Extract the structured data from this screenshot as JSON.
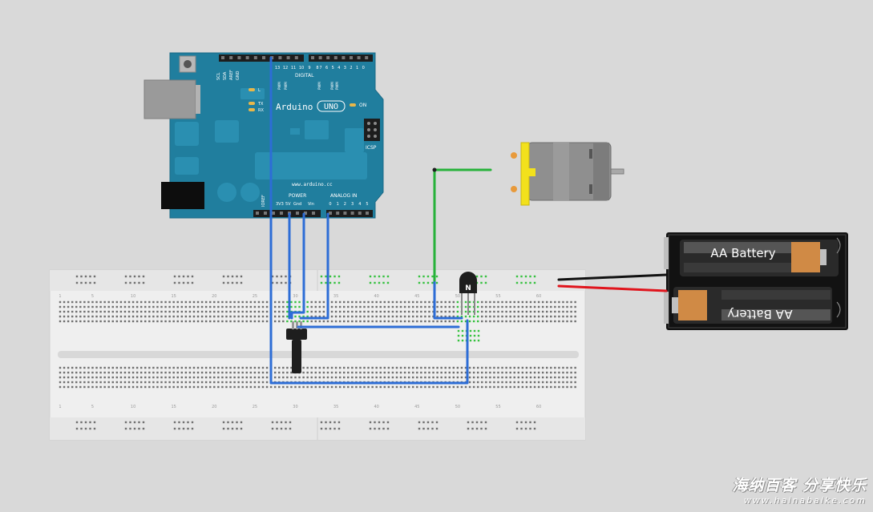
{
  "arduino": {
    "brand": "Arduino",
    "model": "UNO",
    "url": "www.arduino.cc",
    "on": "ON",
    "icsp": "ICSP",
    "digital": "DIGITAL",
    "power": "POWER",
    "analog_in": "ANALOG IN",
    "ioref": "IOREF",
    "pin_3v3": "3V3",
    "pin_5v": "5V",
    "pin_gnd": "Gnd",
    "pin_vin": "Vin",
    "led_l": "L",
    "led_tx": "TX",
    "led_rx": "RX",
    "pwm": "PWM",
    "aref": "AREF",
    "gnd_top": "GND",
    "scl": "SCL",
    "sda": "SDA",
    "digital_pins": [
      "13",
      "12",
      "11",
      "10",
      "9",
      "8",
      "7",
      "6",
      "5",
      "4",
      "3",
      "2",
      "1",
      "0"
    ],
    "analog_pins": [
      "0",
      "1",
      "2",
      "3",
      "4",
      "5"
    ]
  },
  "transistor": {
    "label": "N"
  },
  "battery": {
    "cell1": "AA Battery",
    "cell2": "AA Battery"
  },
  "breadboard": {
    "column_numbers": [
      "1",
      "5",
      "10",
      "15",
      "20",
      "25",
      "30",
      "35",
      "40",
      "45",
      "50",
      "55",
      "60"
    ]
  },
  "watermark": {
    "text": "海纳百客 分享快乐",
    "url": "www.hainabaike.com"
  },
  "colors": {
    "wire_blue": "#2d6dd6",
    "wire_green": "#27b23a",
    "wire_yellow": "#f2d20a",
    "wire_red": "#e0141c",
    "wire_black": "#111111",
    "arduino_teal": "#207e9e"
  }
}
